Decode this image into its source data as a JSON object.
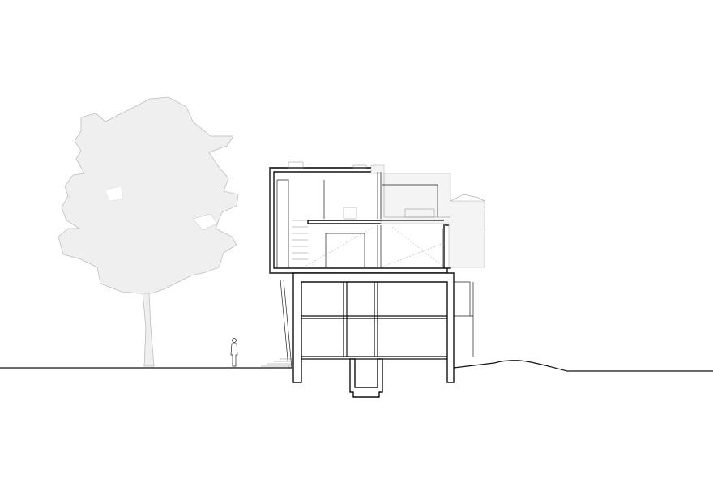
{
  "drawing": {
    "type": "architectural-section",
    "elements": [
      "tree",
      "human-figure",
      "ground-line",
      "building-section",
      "basement",
      "foundation"
    ]
  }
}
